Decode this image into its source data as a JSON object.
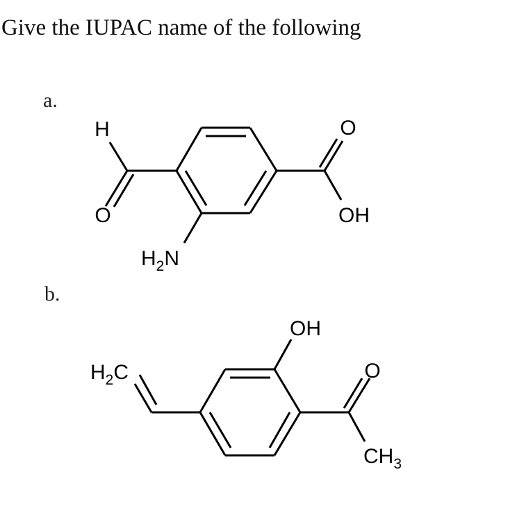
{
  "question": {
    "prompt": "Give the IUPAC name of the following"
  },
  "items": [
    {
      "label": "a.",
      "structure": {
        "atoms": {
          "aldehyde_h": "H",
          "aldehyde_o": "O",
          "amine": {
            "main": "H",
            "sub": "2",
            "tail": "N"
          },
          "acid_o": "O",
          "acid_oh": "OH"
        },
        "substituents": [
          "CHO",
          "NH2",
          "COOH"
        ]
      }
    },
    {
      "label": "b.",
      "structure": {
        "atoms": {
          "vinyl": {
            "main": "H",
            "sub": "2",
            "tail": "C"
          },
          "hydroxyl": "OH",
          "ketone_o": "O",
          "methyl": {
            "main": "CH",
            "sub": "3"
          }
        },
        "substituents": [
          "CH=CH2",
          "OH",
          "C(=O)CH3"
        ]
      }
    }
  ],
  "colors": {
    "ink": "#000000",
    "background": "#ffffff"
  }
}
